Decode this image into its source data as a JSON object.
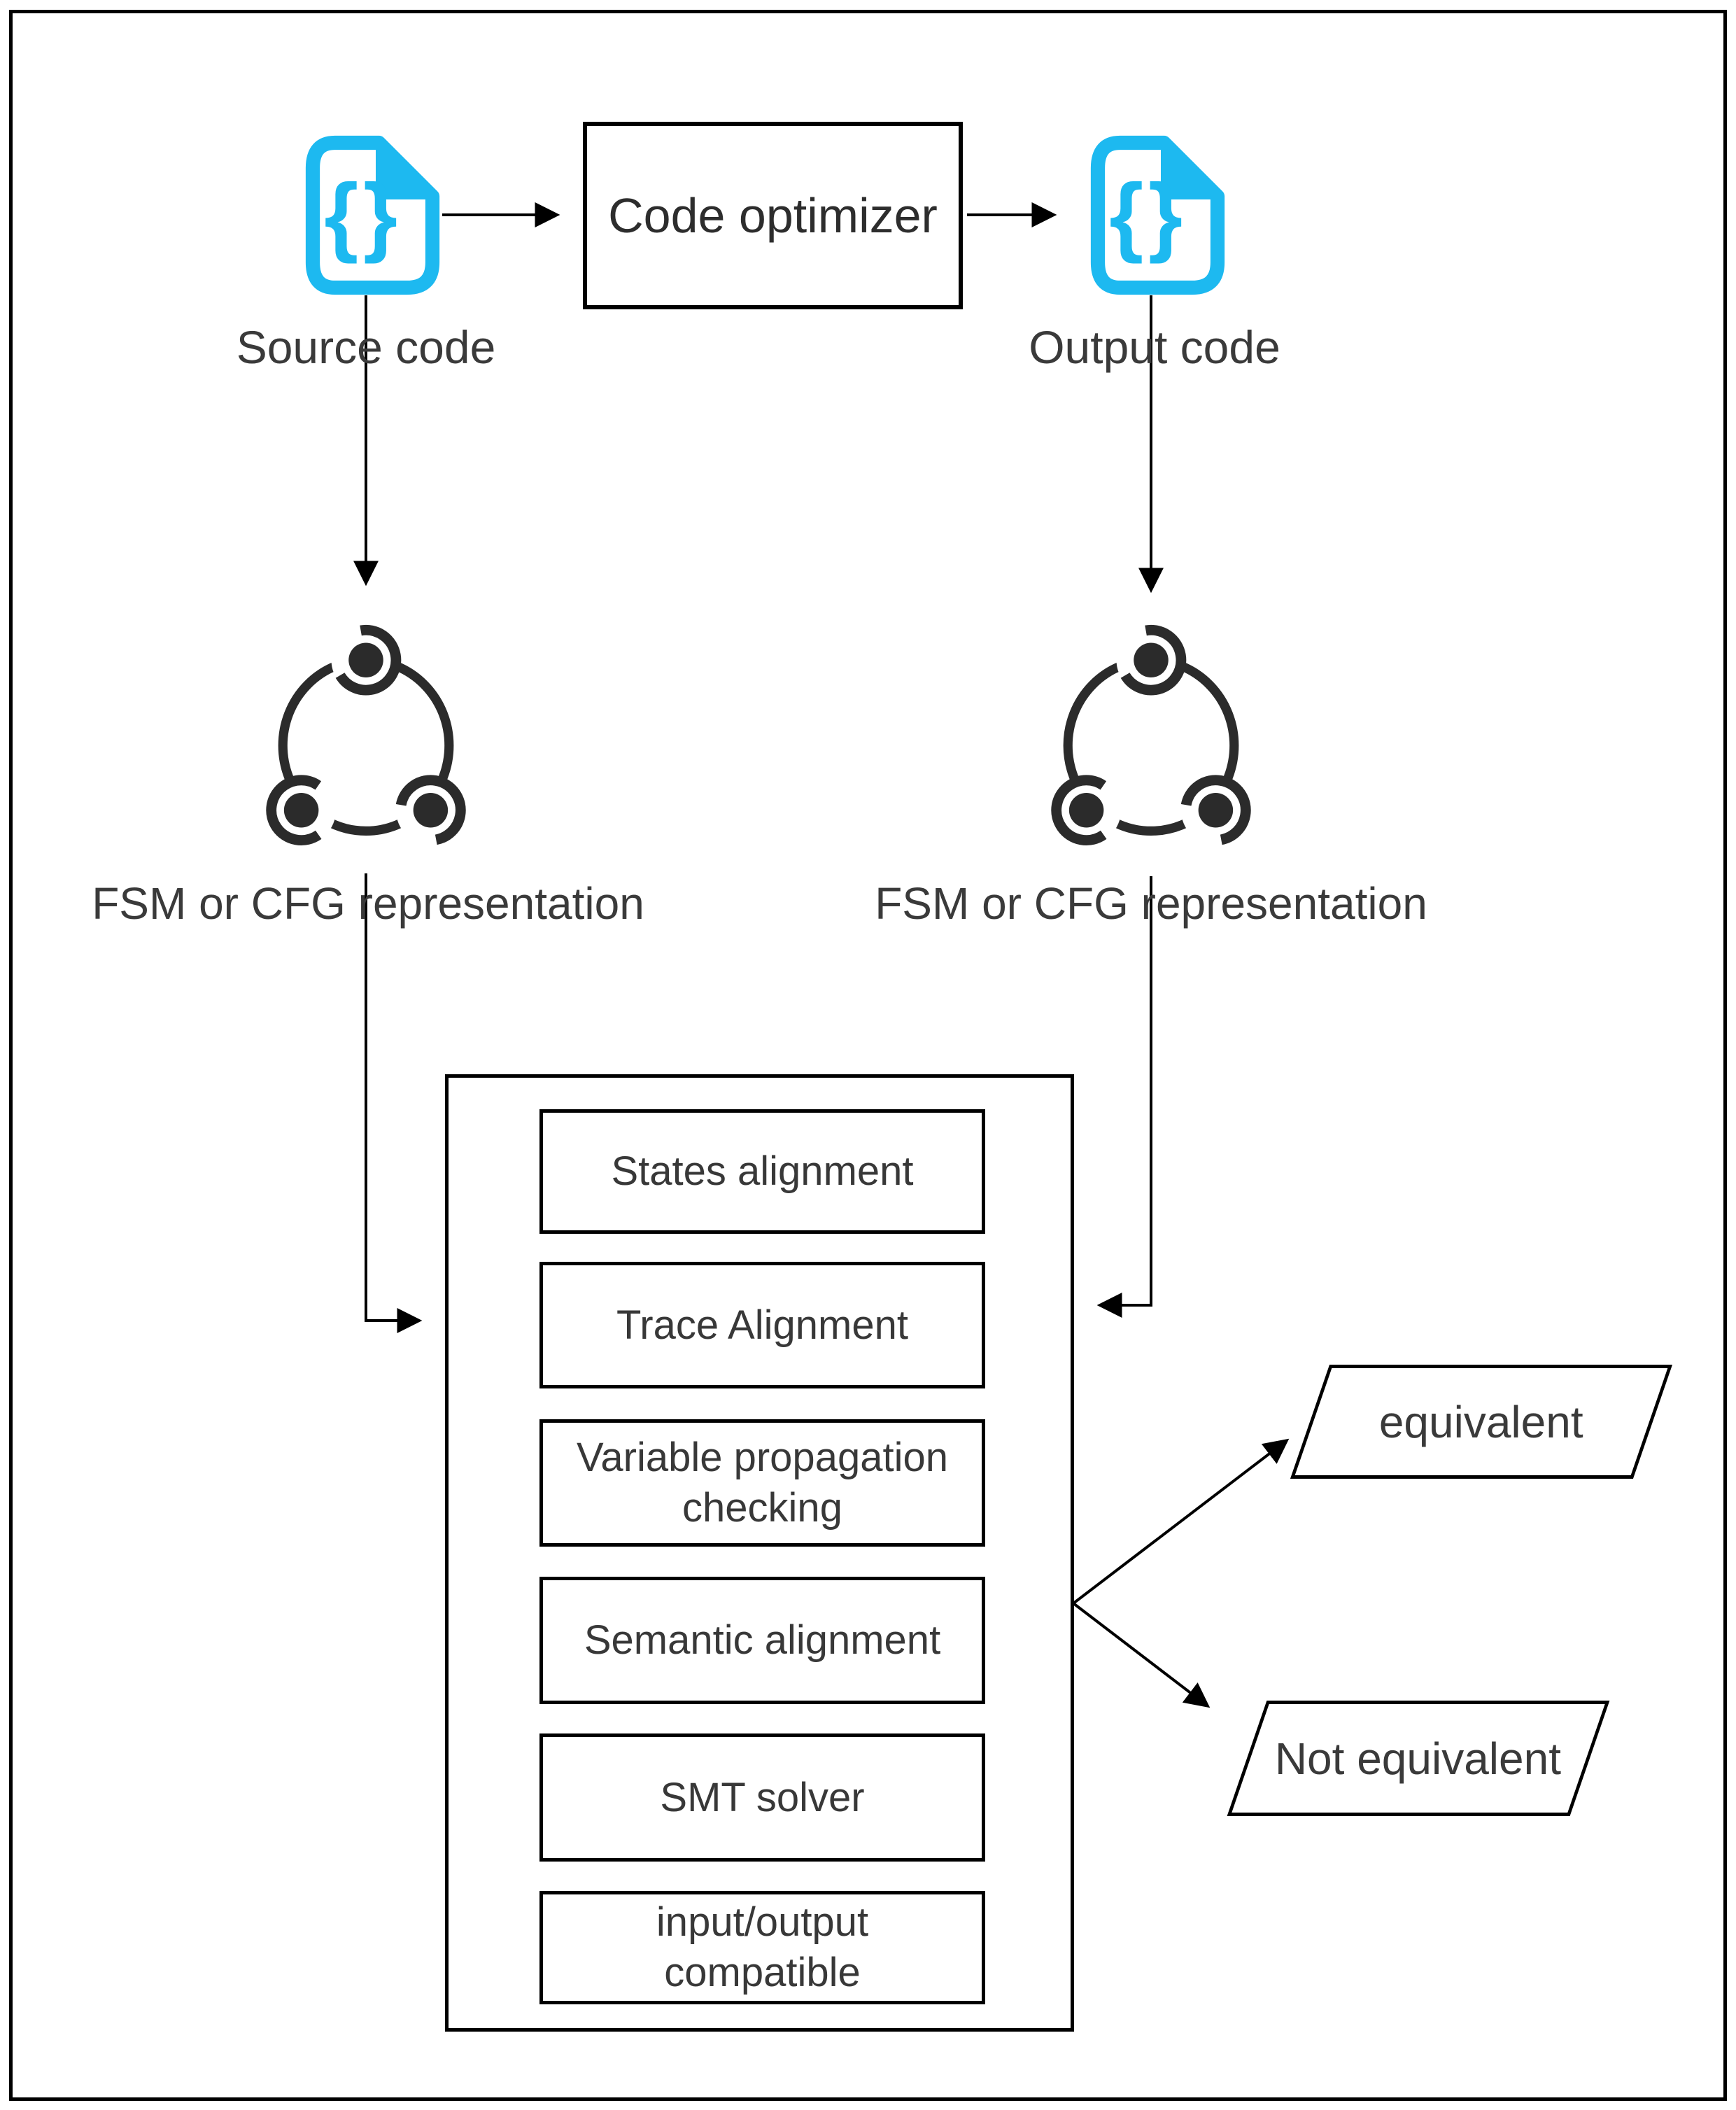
{
  "diagram": {
    "source": {
      "label": "Source code"
    },
    "optimizer": {
      "label": "Code optimizer"
    },
    "output": {
      "label": "Output code"
    },
    "fsm_left": {
      "label": "FSM or CFG representation"
    },
    "fsm_right": {
      "label": "FSM or CFG representation"
    },
    "checker_steps": [
      {
        "label": "States alignment"
      },
      {
        "label": "Trace Alignment"
      },
      {
        "label": "Variable propagation checking",
        "line1": "Variable propagation",
        "line2": "checking"
      },
      {
        "label": "Semantic alignment"
      },
      {
        "label": "SMT solver"
      },
      {
        "label": "input/output compatible",
        "line1": "input/output",
        "line2": "compatible"
      }
    ],
    "outcomes": {
      "equivalent": {
        "label": "equivalent"
      },
      "not_equivalent": {
        "label": "Not equivalent"
      }
    },
    "icons": {
      "source_icon": "code-file-icon",
      "output_icon": "code-file-icon",
      "fsm_icon": "state-machine-cycle-icon",
      "braces_glyph": "{}"
    },
    "colors": {
      "file_icon_cyan": "#1db9f0",
      "line_black": "#000000",
      "text_dark": "#3a3a3a",
      "fsm_icon_dark": "#2b2b2b",
      "background": "#ffffff"
    }
  }
}
